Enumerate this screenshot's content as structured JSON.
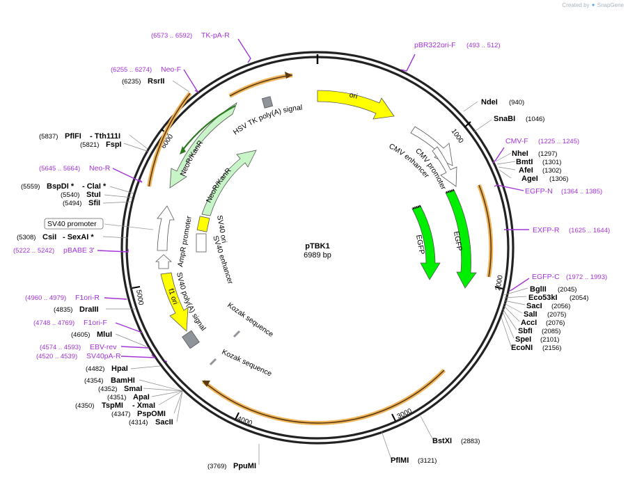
{
  "credit": {
    "prefix": "Created by",
    "brand": "SnapGene",
    "logo_icon": "snapgene-logo-icon"
  },
  "plasmid": {
    "name": "pTBK1",
    "length_label": "6989 bp"
  },
  "colors": {
    "primer": "#a333d8",
    "yellow_feature": "#ffff00",
    "green_feature": "#00ee00",
    "neo_feature": "#c8f5c8",
    "orange_halo": "#f0b55a",
    "grey_feature": "#8e949a",
    "backbone": "#222222"
  },
  "ticks": [
    "1000",
    "2000",
    "3000",
    "4000",
    "5000",
    "6000"
  ],
  "enzymes": [
    {
      "name": "NdeI",
      "pos": "(940)"
    },
    {
      "name": "SnaBI",
      "pos": "(1046)"
    },
    {
      "name": "NheI",
      "pos": "(1297)"
    },
    {
      "name": "BmtI",
      "pos": "(1301)"
    },
    {
      "name": "AfeI",
      "pos": "(1302)"
    },
    {
      "name": "AgeI",
      "pos": "(1306)"
    },
    {
      "name": "BglII",
      "pos": "(2045)"
    },
    {
      "name": "Eco53kI",
      "pos": "(2054)"
    },
    {
      "name": "SacI",
      "pos": "(2056)"
    },
    {
      "name": "SalI",
      "pos": "(2075)"
    },
    {
      "name": "AccI",
      "pos": "(2076)"
    },
    {
      "name": "SbfI",
      "pos": "(2085)"
    },
    {
      "name": "SpeI",
      "pos": "(2101)"
    },
    {
      "name": "EcoNI",
      "pos": "(2156)"
    },
    {
      "name": "BstXI",
      "pos": "(2883)"
    },
    {
      "name": "PflMI",
      "pos": "(3121)"
    },
    {
      "name": "PpuMI",
      "pos": "(3769)"
    },
    {
      "name": "SacII",
      "pos": "(4314)"
    },
    {
      "name": "PspOMI",
      "pos": "(4347)"
    },
    {
      "name": "TspMI",
      "pos": "(4350)",
      "suffix": "- XmaI"
    },
    {
      "name": "ApaI",
      "pos": "(4351)"
    },
    {
      "name": "SmaI",
      "pos": "(4352)"
    },
    {
      "name": "BamHI",
      "pos": "(4354)"
    },
    {
      "name": "HpaI",
      "pos": "(4482)"
    },
    {
      "name": "MluI",
      "pos": "(4605)"
    },
    {
      "name": "DraIII",
      "pos": "(4835)"
    },
    {
      "name": "CsiI",
      "pos": "(5308)",
      "suffix": "- SexAI *"
    },
    {
      "name": "SfiI",
      "pos": "(5494)"
    },
    {
      "name": "StuI",
      "pos": "(5540)"
    },
    {
      "name": "BspDI *",
      "pos": "(5559)",
      "suffix": "- ClaI *"
    },
    {
      "name": "FspI",
      "pos": "(5821)"
    },
    {
      "name": "PflFI",
      "pos": "(5837)",
      "suffix": "- Tth111I"
    },
    {
      "name": "RsrII",
      "pos": "(6235)"
    }
  ],
  "primers": [
    {
      "name": "pBR322ori-F",
      "pos": "(493 .. 512)"
    },
    {
      "name": "CMV-F",
      "pos": "(1225 .. 1245)"
    },
    {
      "name": "EGFP-N",
      "pos": "(1364 .. 1385)"
    },
    {
      "name": "EXFP-R",
      "pos": "(1625 .. 1644)"
    },
    {
      "name": "EGFP-C",
      "pos": "(1972 .. 1993)"
    },
    {
      "name": "SV40pA-R",
      "pos": "(4520 .. 4539)"
    },
    {
      "name": "EBV-rev",
      "pos": "(4574 .. 4593)"
    },
    {
      "name": "F1ori-F",
      "pos": "(4748 .. 4769)"
    },
    {
      "name": "F1ori-R",
      "pos": "(4960 .. 4979)"
    },
    {
      "name": "pBABE 3'",
      "pos": "(5222 .. 5242)"
    },
    {
      "name": "Neo-R",
      "pos": "(5645 .. 5664)"
    },
    {
      "name": "Neo-F",
      "pos": "(6255 .. 6274)"
    },
    {
      "name": "TK-pA-R",
      "pos": "(6573 .. 6592)"
    }
  ],
  "features": {
    "ori": "ori",
    "cmv_enhancer": "CMV enhancer",
    "cmv_promoter": "CMV promoter",
    "egfp_outer": "EGFP",
    "egfp_inner": "EGFP",
    "hsv_tk": "HSV TK poly(A) signal",
    "neo_outer": "NeoR/KanR",
    "neo_inner": "NeoR/KanR",
    "sv40_ori": "SV40 ori",
    "sv40_enhancer": "SV40 enhancer",
    "ampr_promoter": "AmpR promoter",
    "sv40_polya": "SV40 poly(A) signal",
    "f1_ori": "f1 ori",
    "kozak_1": "Kozak sequence",
    "kozak_2": "Kozak sequence",
    "sv40_promoter_box": "SV40 promoter"
  }
}
